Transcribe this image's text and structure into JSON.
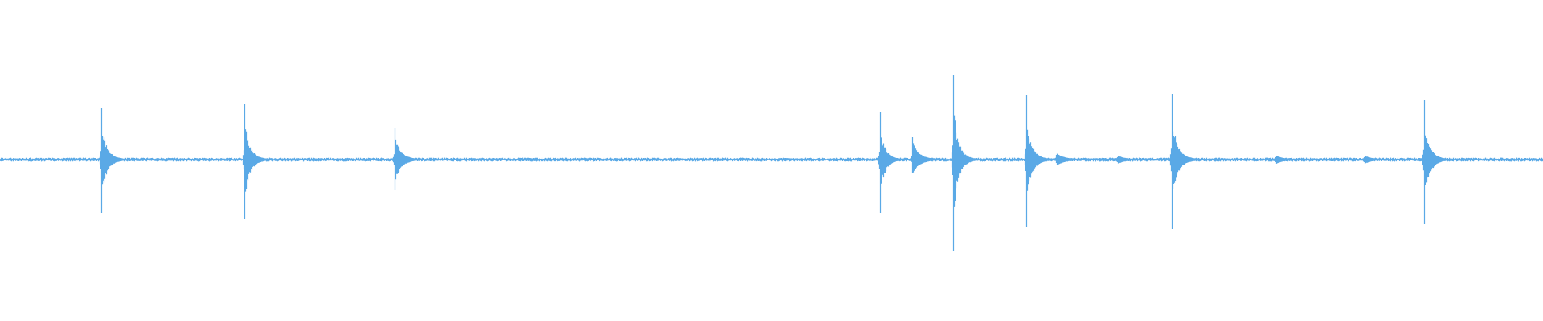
{
  "waveform": {
    "color": "#5aa9e6",
    "background": "#ffffff",
    "duration_units": 1920,
    "amplitude_range": [
      -1,
      1
    ],
    "baseline_noise": 0.008,
    "events": [
      {
        "t": 126,
        "up": 0.32,
        "down": 0.33,
        "decay": 0.05
      },
      {
        "t": 304,
        "up": 0.35,
        "down": 0.37,
        "decay": 0.05
      },
      {
        "t": 491,
        "up": 0.2,
        "down": 0.19,
        "decay": 0.05
      },
      {
        "t": 1095,
        "up": 0.3,
        "down": 0.33,
        "decay": 0.035
      },
      {
        "t": 1135,
        "up": 0.14,
        "down": 0.08,
        "decay": 0.05
      },
      {
        "t": 1186,
        "up": 0.53,
        "down": 0.57,
        "decay": 0.05
      },
      {
        "t": 1277,
        "up": 0.4,
        "down": 0.42,
        "decay": 0.05
      },
      {
        "t": 1314,
        "up": 0.03,
        "down": 0.02,
        "decay": 0.03
      },
      {
        "t": 1390,
        "up": 0.015,
        "down": 0.015,
        "decay": 0.02
      },
      {
        "t": 1458,
        "up": 0.41,
        "down": 0.43,
        "decay": 0.05
      },
      {
        "t": 1462,
        "up": 0.15,
        "down": 0.13,
        "decay": 0.05
      },
      {
        "t": 1587,
        "up": 0.015,
        "down": 0.015,
        "decay": 0.02
      },
      {
        "t": 1697,
        "up": 0.015,
        "down": 0.015,
        "decay": 0.02
      },
      {
        "t": 1772,
        "up": 0.37,
        "down": 0.4,
        "decay": 0.05
      }
    ]
  }
}
